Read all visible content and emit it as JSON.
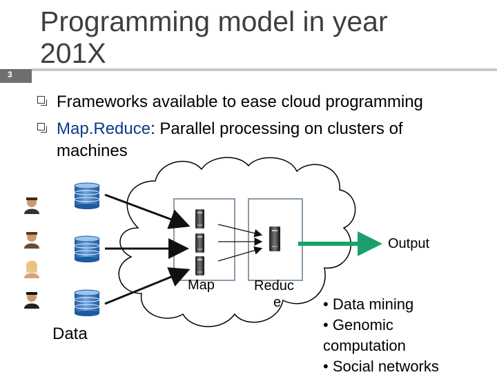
{
  "slide": {
    "number": "3",
    "title_line1": "Programming model in year",
    "title_line2": "201X"
  },
  "bullets": {
    "item1": "Frameworks available to ease cloud programming",
    "item2_emphasis": "Map.Reduce",
    "item2_rest_line1": ": Parallel processing on clusters of",
    "item2_rest_line2": "machines"
  },
  "diagram": {
    "data_label": "Data",
    "map_label": "Map",
    "reduce_label_line1": "Reduc",
    "reduce_label_line2": "e",
    "output_label": "Output",
    "applications": [
      "• Data mining",
      "• Genomic",
      "computation",
      "• Social networks"
    ]
  },
  "colors": {
    "title": "#3f3f3f",
    "emphasis": "#0b3a8c",
    "output_arrow": "#1aa06a",
    "database": "#2a6fb8",
    "slide_number_bar": "#6f6f6f"
  }
}
